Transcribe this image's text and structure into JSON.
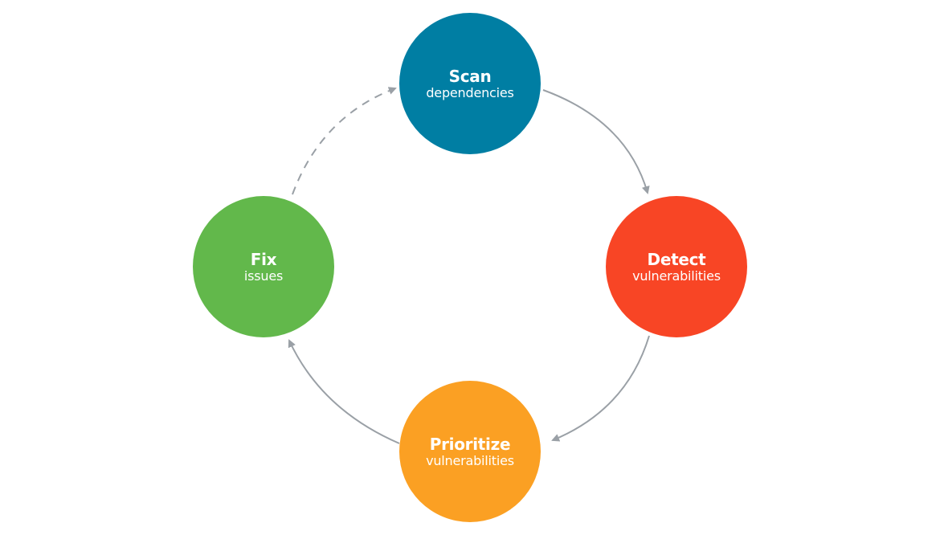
{
  "diagram": {
    "colors": {
      "scan": "#007ea3",
      "detect": "#f84525",
      "prioritize": "#fba023",
      "fix": "#62b84b",
      "connector": "#9aa0a6",
      "text": "#ffffff"
    },
    "nodes": {
      "scan": {
        "title": "Scan",
        "subtitle": "dependencies"
      },
      "detect": {
        "title": "Detect",
        "subtitle": "vulnerabilities"
      },
      "prioritize": {
        "title": "Prioritize",
        "subtitle": "vulnerabilities"
      },
      "fix": {
        "title": "Fix",
        "subtitle": "issues"
      }
    },
    "edges": [
      {
        "from": "Scan",
        "to": "Detect",
        "style": "solid"
      },
      {
        "from": "Detect",
        "to": "Prioritize",
        "style": "solid"
      },
      {
        "from": "Prioritize",
        "to": "Fix",
        "style": "solid"
      },
      {
        "from": "Fix",
        "to": "Scan",
        "style": "dashed"
      }
    ]
  }
}
